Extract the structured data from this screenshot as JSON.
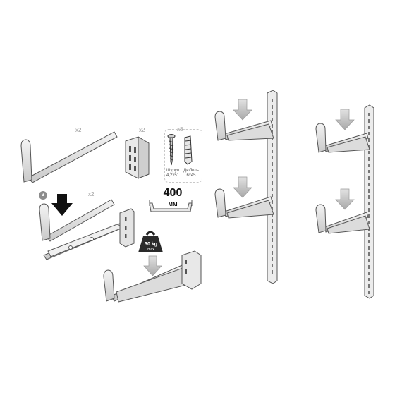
{
  "parts": {
    "rod_qty": "x2",
    "plate_qty": "x2",
    "fasteners_qty": "x8",
    "screw_label": "Шуруп",
    "screw_size": "4,2x51",
    "dowel_label": "Дюбель",
    "dowel_size": "6x45"
  },
  "step": {
    "number": "3",
    "qty": "x2"
  },
  "dimension": {
    "value": "400",
    "unit": "мм"
  },
  "load": {
    "value": "30 kg",
    "note": "max"
  }
}
